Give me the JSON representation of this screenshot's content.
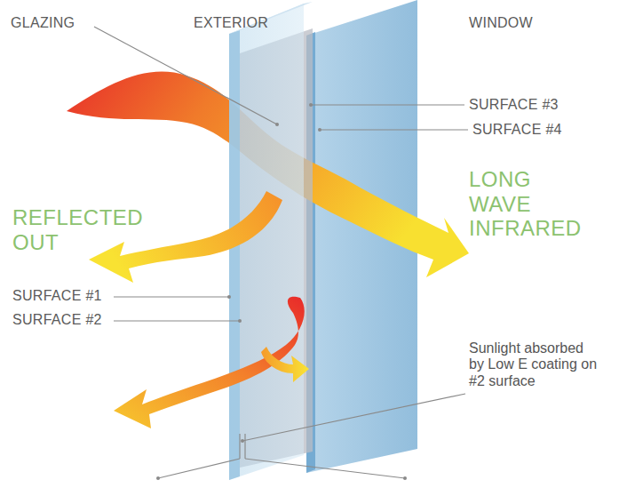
{
  "diagram": {
    "labels": [
      "GLAZING",
      "EXTERIOR",
      "WINDOW",
      "SURFACE #3",
      "SURFACE #4",
      "LONG WAVE INFRARED",
      "REFLECTED OUT",
      "SURFACE #1",
      "SURFACE #2",
      "Sunlight absorbed by Low E coating on #2 surface"
    ]
  }
}
